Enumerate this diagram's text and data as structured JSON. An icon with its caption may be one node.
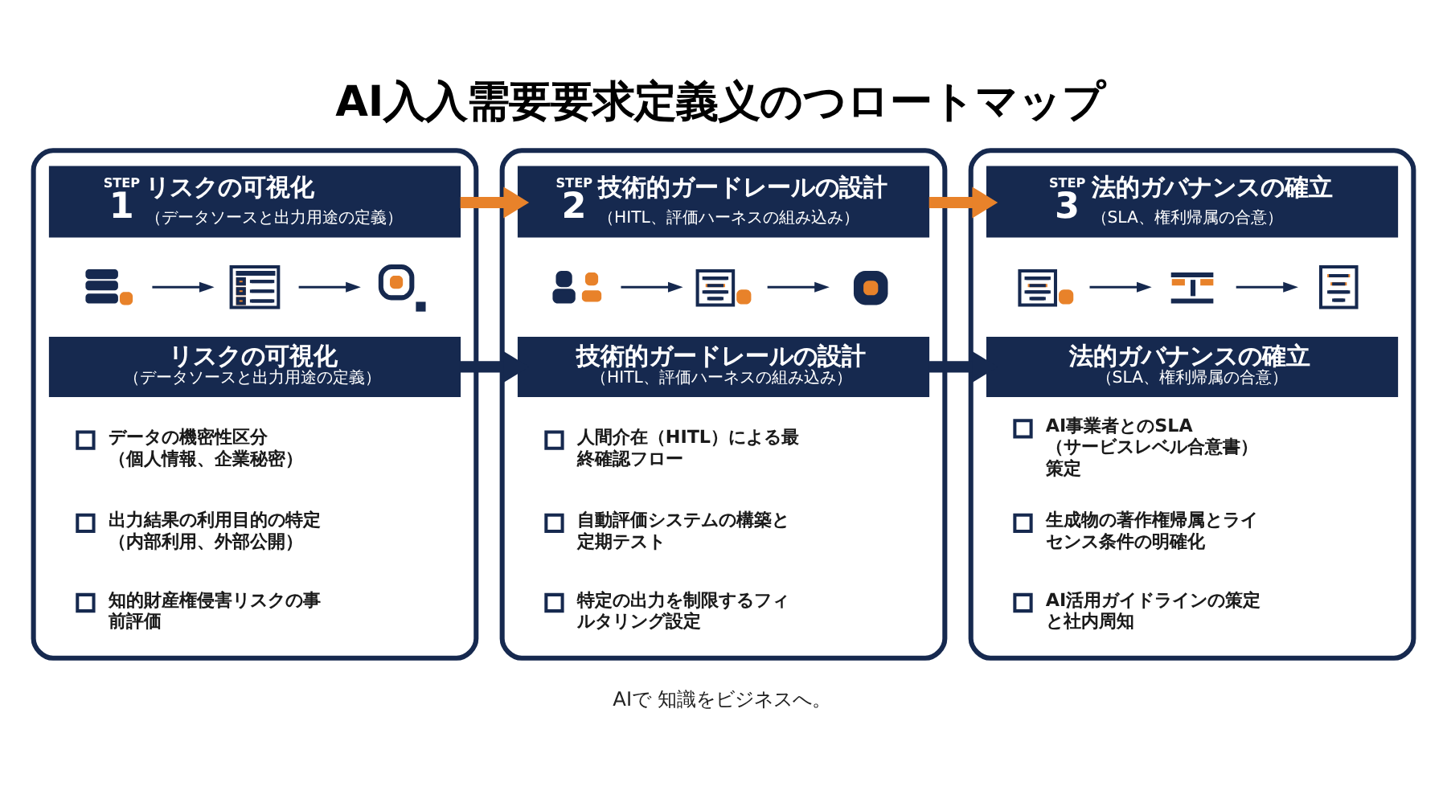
{
  "diagram": {
    "title": "AI入入需要要求定義义のつロートマップ",
    "nodes": [
      {
        "text": [],
        "shape": "box"
      },
      {
        "text": [
          "STEP 1",
          "リスクの可視化",
          "（データソースと出力用途の定義）"
        ],
        "in": 0
      },
      {
        "text": [],
        "shape": "picture",
        "in": 0
      },
      {
        "text": [],
        "shape": "picture",
        "in": 0
      },
      {
        "text": [],
        "shape": "picture",
        "in": 0
      },
      {
        "text": [
          "リスクの可視化",
          "（データソースと出力用途の定義）"
        ],
        "in": 0
      },
      {
        "text": [
          "データの機密性区分（個人情報、企業秘密）"
        ],
        "in": 0
      },
      {
        "text": [
          "出力結果の利用目的の特定（内部利用、外部公開）"
        ],
        "in": 0
      },
      {
        "text": [
          "知的財産権侵害リスクの事前評価"
        ],
        "in": 0
      },
      {
        "text": [],
        "shape": "box"
      },
      {
        "text": [
          "STEP 2",
          "技術的ガードレールの設計",
          "（HITL、評価ハーネスの組み込み）"
        ],
        "in": 9
      },
      {
        "text": [],
        "shape": "picture",
        "in": 9
      },
      {
        "text": [],
        "shape": "picture",
        "in": 9
      },
      {
        "text": [],
        "shape": "picture",
        "in": 9
      },
      {
        "text": [
          "技術的ガードレールの設計",
          "（HITL、評価ハーネスの組み込み）"
        ],
        "in": 9
      },
      {
        "text": [
          "人間介在（HITL）による最終確認フロー"
        ],
        "in": 9
      },
      {
        "text": [
          "自動評価システムの構築と定期テスト"
        ],
        "in": 9
      },
      {
        "text": [
          "特定の出力を制限するフィルタリング設定"
        ],
        "in": 9
      },
      {
        "text": [],
        "shape": "box"
      },
      {
        "text": [
          "STEP 3",
          "法的ガバナンスの確立",
          "（SLA、権利帰属の合意）"
        ],
        "in": 18
      },
      {
        "text": [],
        "shape": "picture",
        "in": 18
      },
      {
        "text": [],
        "shape": "picture",
        "in": 18
      },
      {
        "text": [],
        "shape": "picture",
        "in": 18
      },
      {
        "text": [
          "法的ガバナンスの確立",
          "（SLA、権利帰属の合意）"
        ],
        "in": 18
      },
      {
        "text": [
          "AI事業者とのSLA（サービスレベル合意書）策定"
        ],
        "in": 18
      },
      {
        "text": [
          "生成物の著作権帰属とライセンス条件の明確化"
        ],
        "in": 18
      },
      {
        "text": [
          "AI活用ガイドラインの策定と社内周知"
        ],
        "in": 18
      }
    ],
    "edges": [
      {
        "from": 2,
        "to": 3,
        "arrow": "to"
      },
      {
        "from": 3,
        "to": 4,
        "arrow": "to"
      },
      {
        "from": 1,
        "to": 10,
        "arrow": "to",
        "style": "thick",
        "color": "#e8822a"
      },
      {
        "from": 5,
        "to": 14,
        "arrow": "to",
        "style": "thick"
      },
      {
        "from": 11,
        "to": 12,
        "arrow": "to"
      },
      {
        "from": 12,
        "to": 13,
        "arrow": "to"
      },
      {
        "from": 10,
        "to": 19,
        "arrow": "to",
        "style": "thick",
        "color": "#e8822a"
      },
      {
        "from": 14,
        "to": 23,
        "arrow": "to",
        "style": "thick"
      },
      {
        "from": 20,
        "to": 21,
        "arrow": "to"
      },
      {
        "from": 21,
        "to": 22,
        "arrow": "to"
      }
    ],
    "labels": [
      "AIで 知識をビジネスへ。"
    ]
  }
}
